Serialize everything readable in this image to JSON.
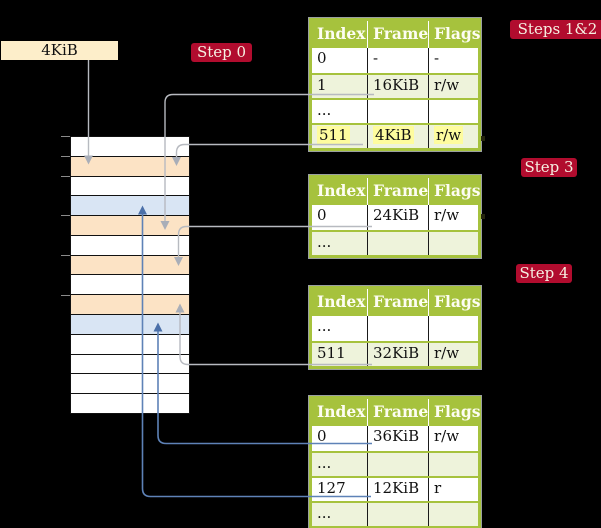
{
  "page_box": {
    "label": "4KiB"
  },
  "badges": {
    "step0": "Step 0",
    "steps12": "Steps 1&2",
    "step3": "Step 3",
    "step4": "Step 4"
  },
  "colors": {
    "header_green": "#a6c23d",
    "row_green": "#eef3db",
    "row_peach": "#fce3c5",
    "row_blue": "#d9e5f4",
    "badge_red": "#b10c2e",
    "highlight_yellow": "#fefc9e",
    "box_cream": "#fdeeca",
    "arrow_gray": "#b7bac0",
    "arrow_gray_head": "#a9aeb8",
    "arrow_blue": "#5e82b7",
    "arrow_blue_head": "#4b70a9"
  },
  "memory_column": {
    "rows": [
      {
        "kind": "free"
      },
      {
        "kind": "page-table"
      },
      {
        "kind": "free"
      },
      {
        "kind": "page"
      },
      {
        "kind": "page-table"
      },
      {
        "kind": "free"
      },
      {
        "kind": "page-table"
      },
      {
        "kind": "free"
      },
      {
        "kind": "page-table"
      },
      {
        "kind": "page"
      },
      {
        "kind": "free"
      },
      {
        "kind": "free"
      },
      {
        "kind": "free"
      },
      {
        "kind": "free"
      }
    ]
  },
  "tables": [
    {
      "headers": [
        "Index",
        "Frame",
        "Flags"
      ],
      "rows": [
        {
          "cells": [
            "0",
            "-",
            "-"
          ]
        },
        {
          "cells": [
            "1",
            "16KiB",
            "r/w"
          ]
        },
        {
          "cells": [
            "...",
            "",
            ""
          ]
        },
        {
          "cells": [
            "511",
            "4KiB",
            "r/w"
          ]
        }
      ]
    },
    {
      "headers": [
        "Index",
        "Frame",
        "Flags"
      ],
      "rows": [
        {
          "cells": [
            "0",
            "24KiB",
            "r/w"
          ]
        },
        {
          "cells": [
            "...",
            "",
            ""
          ]
        }
      ]
    },
    {
      "headers": [
        "Index",
        "Frame",
        "Flags"
      ],
      "rows": [
        {
          "cells": [
            "...",
            "",
            ""
          ]
        },
        {
          "cells": [
            "511",
            "32KiB",
            "r/w"
          ]
        }
      ]
    },
    {
      "headers": [
        "Index",
        "Frame",
        "Flags"
      ],
      "rows": [
        {
          "cells": [
            "0",
            "36KiB",
            "r/w"
          ]
        },
        {
          "cells": [
            "...",
            "",
            ""
          ]
        },
        {
          "cells": [
            "127",
            "12KiB",
            "r"
          ]
        },
        {
          "cells": [
            "...",
            "",
            ""
          ]
        }
      ]
    }
  ],
  "connections": [
    {
      "from": "4KiB box",
      "to": "memory frame at 4KiB",
      "style": "gray"
    },
    {
      "from": "table1 index 1 (16KiB)",
      "to": "memory frame at 16KiB",
      "style": "gray"
    },
    {
      "from": "table1 index 511 (4KiB)",
      "to": "memory frame at 4KiB",
      "style": "gray"
    },
    {
      "from": "table2 index 0 (24KiB)",
      "to": "memory frame at 24KiB",
      "style": "gray"
    },
    {
      "from": "table3 index 511 (32KiB)",
      "to": "memory frame at 32KiB",
      "style": "gray"
    },
    {
      "from": "table4 index 0 (36KiB)",
      "to": "memory frame at 36KiB",
      "style": "blue"
    },
    {
      "from": "table4 index 127 (12KiB)",
      "to": "memory frame at 12KiB",
      "style": "blue"
    }
  ]
}
